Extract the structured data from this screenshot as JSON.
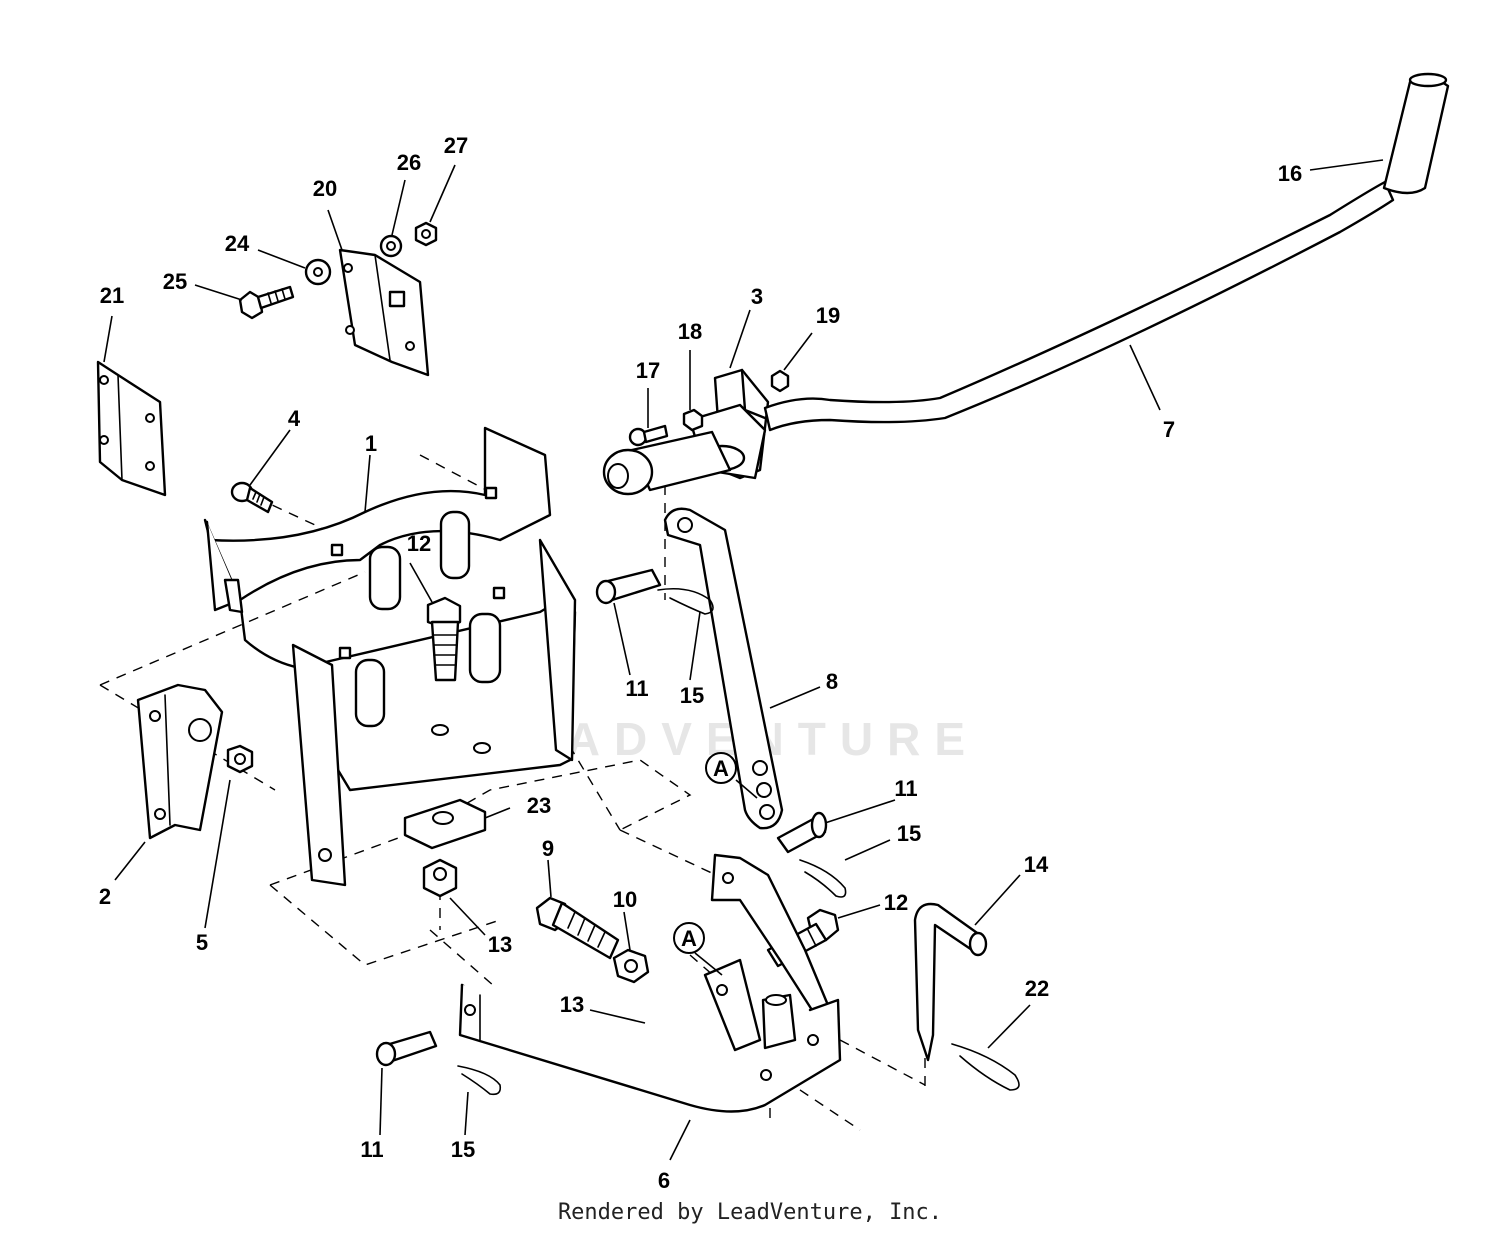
{
  "watermark": "LEADVENTURE",
  "footer": "Rendered by LeadVenture, Inc.",
  "reference_marker": "A",
  "callouts": [
    {
      "id": "c1",
      "text": "1"
    },
    {
      "id": "c2",
      "text": "2"
    },
    {
      "id": "c3",
      "text": "3"
    },
    {
      "id": "c4",
      "text": "4"
    },
    {
      "id": "c5",
      "text": "5"
    },
    {
      "id": "c6",
      "text": "6"
    },
    {
      "id": "c7",
      "text": "7"
    },
    {
      "id": "c8",
      "text": "8"
    },
    {
      "id": "c9",
      "text": "9"
    },
    {
      "id": "c10",
      "text": "10"
    },
    {
      "id": "c11a",
      "text": "11"
    },
    {
      "id": "c11b",
      "text": "11"
    },
    {
      "id": "c11c",
      "text": "11"
    },
    {
      "id": "c12a",
      "text": "12"
    },
    {
      "id": "c12b",
      "text": "12"
    },
    {
      "id": "c13a",
      "text": "13"
    },
    {
      "id": "c13b",
      "text": "13"
    },
    {
      "id": "c14",
      "text": "14"
    },
    {
      "id": "c15a",
      "text": "15"
    },
    {
      "id": "c15b",
      "text": "15"
    },
    {
      "id": "c15c",
      "text": "15"
    },
    {
      "id": "c16",
      "text": "16"
    },
    {
      "id": "c17",
      "text": "17"
    },
    {
      "id": "c18",
      "text": "18"
    },
    {
      "id": "c19",
      "text": "19"
    },
    {
      "id": "c20",
      "text": "20"
    },
    {
      "id": "c21",
      "text": "21"
    },
    {
      "id": "c22",
      "text": "22"
    },
    {
      "id": "c23",
      "text": "23"
    },
    {
      "id": "c24",
      "text": "24"
    },
    {
      "id": "c25",
      "text": "25"
    },
    {
      "id": "c26",
      "text": "26"
    },
    {
      "id": "c27",
      "text": "27"
    }
  ]
}
